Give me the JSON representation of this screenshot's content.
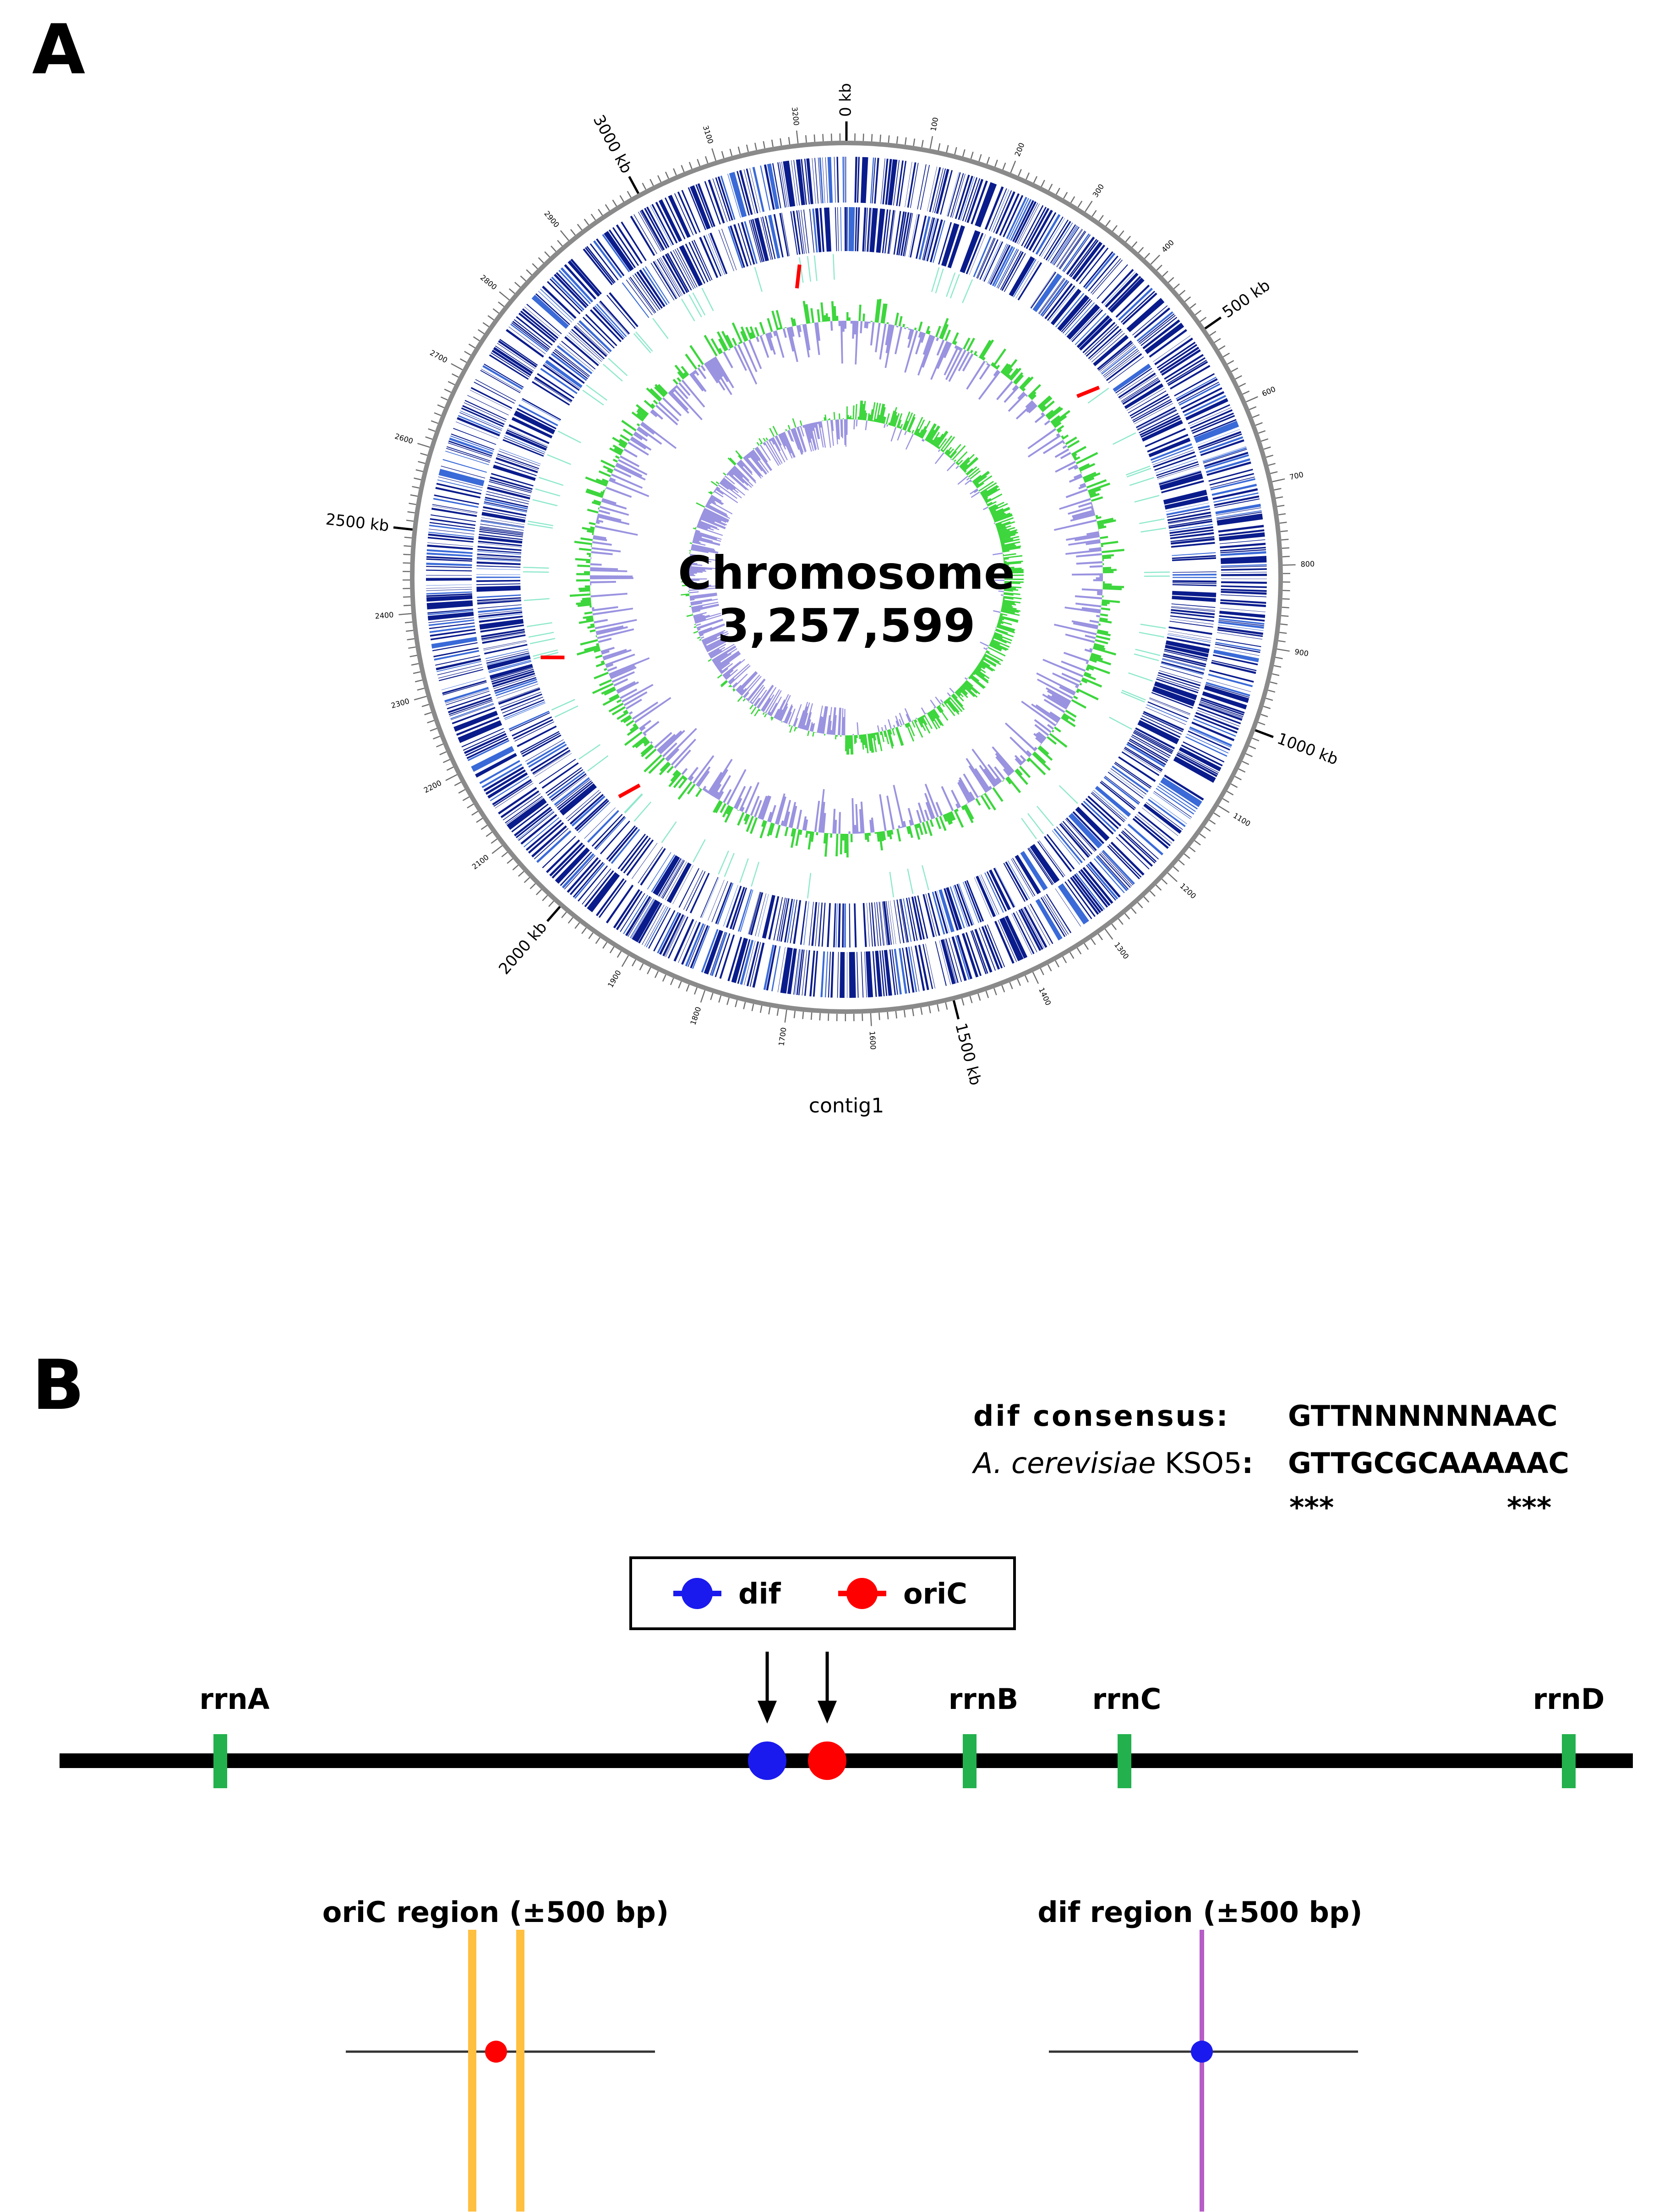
{
  "colors": {
    "cds": "#0a1c8c",
    "cds_light": "#3a6ad8",
    "rna": "#8ee8cc",
    "gc_pos": "#3dd63d",
    "gc_neg": "#9a93e0",
    "oric_marker": "#ff0000",
    "dif_marker": "#1a1aee",
    "rrn": "#22b14c",
    "oric_window": "#ffbf3f",
    "dif_window": "#b55cc7",
    "axis": "#000000"
  },
  "panel_a": {
    "letter": "A",
    "center_title": "Chromosome",
    "center_length": "3,257,599",
    "contig_label": "contig1",
    "genome_size_kb": 3257.599,
    "major_ticks": [
      {
        "kb": 0,
        "label": "0 kb"
      },
      {
        "kb": 500,
        "label": "500 kb"
      },
      {
        "kb": 1000,
        "label": "1000 kb"
      },
      {
        "kb": 1500,
        "label": "1500 kb"
      },
      {
        "kb": 2000,
        "label": "2000 kb"
      },
      {
        "kb": 2500,
        "label": "2500 kb"
      },
      {
        "kb": 3000,
        "label": "3000 kb"
      }
    ],
    "minor_tick_labels": [
      "100",
      "200",
      "300",
      "400",
      "600",
      "700",
      "800",
      "900",
      "1100",
      "1200",
      "1300",
      "1400",
      "1600",
      "1700",
      "1800",
      "1900",
      "2100",
      "2200",
      "2300",
      "2400",
      "2600",
      "2700",
      "2800",
      "2900",
      "3100",
      "3200"
    ],
    "rrna_positions_kb": [
      3175,
      475,
      2305,
      2040
    ]
  },
  "panel_b": {
    "letter": "B",
    "consensus": {
      "row1_label": "dif consensus:",
      "row1_seq": "GTTNNNNNNAAC",
      "row2_label_italic": "A. cerevisiae",
      "row2_label_strain": " KSO5",
      "row2_label_colon": ":",
      "row2_seq": "GTTGCGCAAAAAC",
      "stars_left": "***",
      "stars_right": "***"
    },
    "legend": [
      {
        "label": "dif",
        "color": "#1a1aee"
      },
      {
        "label": "oriC",
        "color": "#ff0000"
      }
    ],
    "rrn_operons": [
      {
        "label": "rrnA"
      },
      {
        "label": "rrnB"
      },
      {
        "label": "rrnC"
      },
      {
        "label": "rrnD"
      }
    ],
    "oric_region_title": "oriC region (±500 bp)",
    "dif_region_title": "dif region (±500 bp)"
  }
}
